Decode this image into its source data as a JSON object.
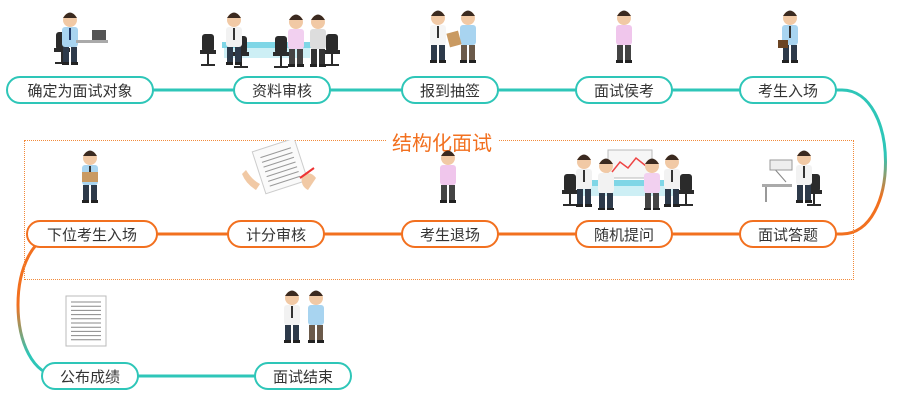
{
  "section_title": "结构化面试",
  "colors": {
    "teal": "#2ec6b8",
    "orange": "#f2701f",
    "box_border": "#f28a3a"
  },
  "steps": [
    {
      "label": "确定为面试对象",
      "illustration": "candidate-at-desk-icon"
    },
    {
      "label": "资料审核",
      "illustration": "meeting-table-icon"
    },
    {
      "label": "报到抽签",
      "illustration": "handover-icon"
    },
    {
      "label": "面试侯考",
      "illustration": "standing-person-icon"
    },
    {
      "label": "考生入场",
      "illustration": "walking-person-icon"
    },
    {
      "label": "面试答题",
      "illustration": "candidate-answering-icon"
    },
    {
      "label": "随机提问",
      "illustration": "panel-meeting-icon"
    },
    {
      "label": "考生退场",
      "illustration": "standing-person-icon"
    },
    {
      "label": "计分审核",
      "illustration": "score-sheet-icon"
    },
    {
      "label": "下位考生入场",
      "illustration": "person-with-box-icon"
    },
    {
      "label": "公布成绩",
      "illustration": "document-icon"
    },
    {
      "label": "面试结束",
      "illustration": "handshake-icon"
    }
  ]
}
